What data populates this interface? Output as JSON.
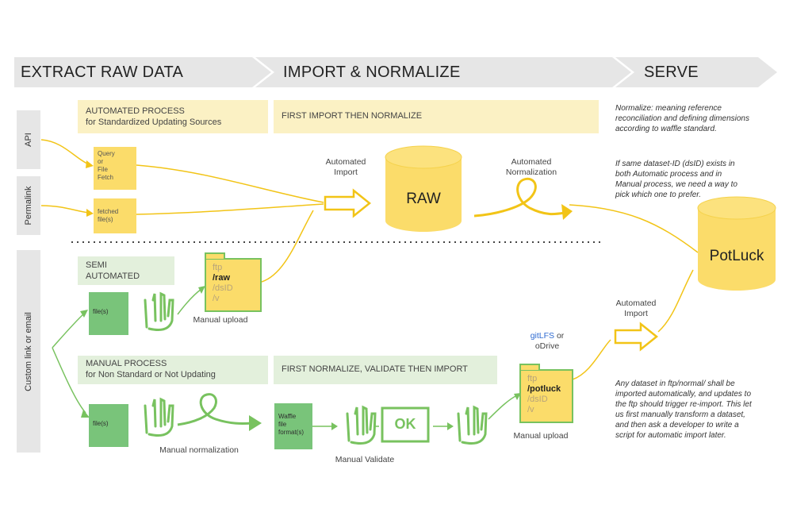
{
  "phases": [
    "EXTRACT RAW DATA",
    "IMPORT & NORMALIZE",
    "SERVE"
  ],
  "side_labels": {
    "api": "API",
    "permalink": "Permalink",
    "custom": "Custom link or email"
  },
  "boxes": {
    "automated_title": "AUTOMATED PROCESS",
    "automated_sub": "for Standardized Updating Sources",
    "first_import": "FIRST IMPORT THEN NORMALIZE",
    "semi_line1": "SEMI",
    "semi_line2": "AUTOMATED",
    "manual_title": "MANUAL PROCESS",
    "manual_sub": "for Non Standard or Not Updating",
    "first_normalize": "FIRST NORMALIZE, VALIDATE  THEN IMPORT"
  },
  "docs": {
    "query": [
      "Query",
      "or",
      "File",
      "Fetch"
    ],
    "fetched": [
      "fetched",
      "file(s)"
    ],
    "semi_file": "file(s)",
    "manual_file": "file(s)",
    "waffle": [
      "Waffle",
      "file",
      "format(s)"
    ]
  },
  "folders": {
    "raw": [
      "ftp",
      "/raw",
      "/dsID",
      "/v"
    ],
    "potluck": [
      "ftp",
      "/potluck",
      "/dsID",
      "/v"
    ]
  },
  "labels": {
    "automated_import": [
      "Automated",
      "Import"
    ],
    "automated_normalization": [
      "Automated",
      "Normalization"
    ],
    "serve_import": [
      "Automated",
      "Import"
    ],
    "manual_upload_1": "Manual upload",
    "manual_upload_2": "Manual upload",
    "manual_normalization": "Manual normalization",
    "manual_validate": "Manual Validate",
    "gitlfs": "gitLFS",
    "or_drive": [
      "or",
      "oDrive"
    ],
    "ok": "OK"
  },
  "cylinders": {
    "raw": "RAW",
    "potluck": "PotLuck"
  },
  "notes": {
    "normalize": [
      "Normalize: meaning reference",
      "reconciliation and defining dimensions",
      "according to waffle standard."
    ],
    "dsid": [
      "If same dataset-ID (dsID) exists in",
      "both Automatic process and in",
      "Manual process, we need a way to",
      "pick which one to prefer."
    ],
    "ftp": [
      "Any dataset in ftp/normal/ shall be",
      "imported automatically, and updates to",
      "the ftp should trigger re-import. This let",
      "us first manually transform a dataset,",
      "and then ask a developer to write a",
      "script for automatic import later."
    ]
  },
  "colors": {
    "yellow": "#fbdc6a",
    "yellow_light": "#fbf1c4",
    "green": "#78c25f",
    "green_light": "#e3f0dc",
    "grey": "#e6e6e6"
  }
}
